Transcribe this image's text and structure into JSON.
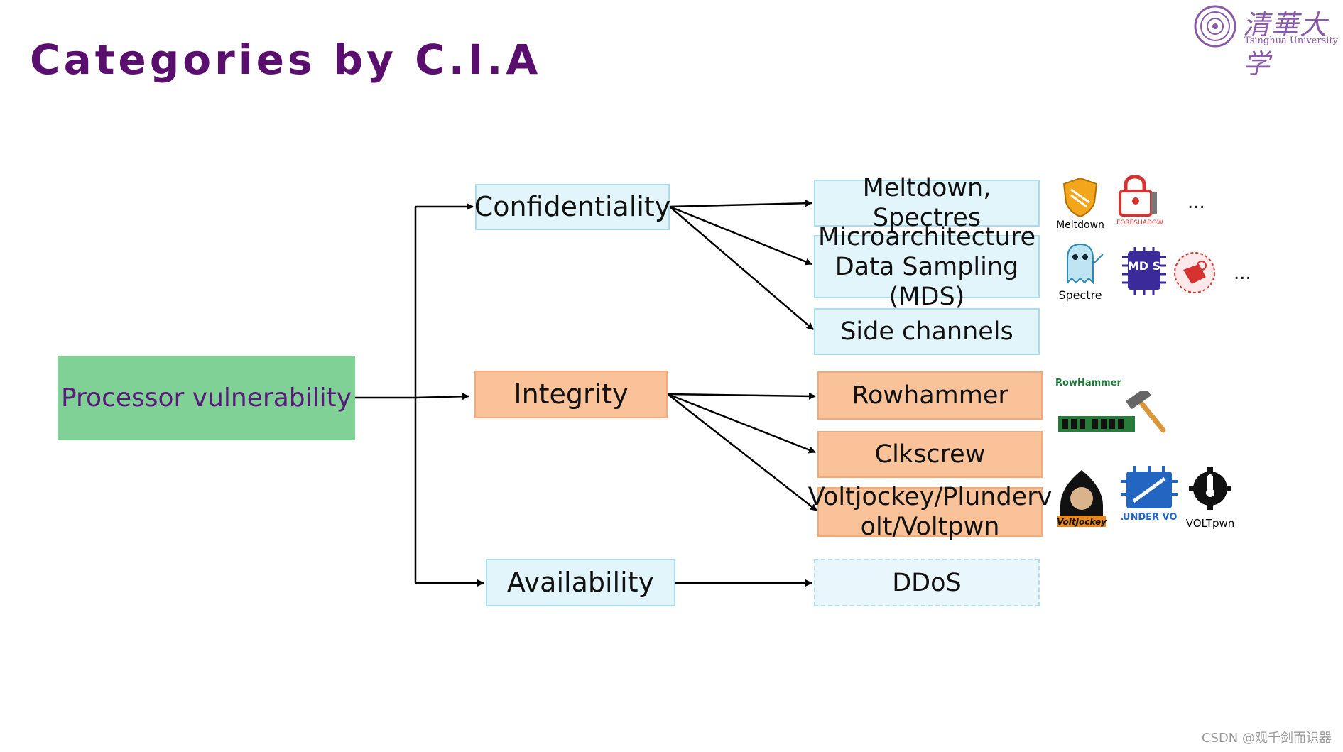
{
  "slide": {
    "title": "Categories by C.I.A",
    "logo": {
      "cn_text": "清華大学",
      "en_text": "Tsinghua University"
    },
    "watermark": "CSDN @观千剑而识器"
  },
  "diagram": {
    "root": "Processor vulnerability",
    "categories": {
      "confidentiality": "Confidentiality",
      "integrity": "Integrity",
      "availability": "Availability"
    },
    "leaves": {
      "meltdown_spectres": "Meltdown, Spectres",
      "mds_line1": "Microarchitecture",
      "mds_line2": "Data Sampling (MDS)",
      "side_channels": "Side channels",
      "rowhammer": "Rowhammer",
      "clkscrew": "Clkscrew",
      "volt_line1": "Voltjockey/Plunderv",
      "volt_line2": "olt/Voltpwn",
      "ddos": "DDoS"
    }
  },
  "icons": {
    "meltdown": {
      "name": "meltdown-logo",
      "caption": "Meltdown",
      "color": "#f3a51b"
    },
    "foreshadow": {
      "name": "foreshadow-logo",
      "caption": "FORESHADOW",
      "color": "#d6322f"
    },
    "spectre": {
      "name": "spectre-logo",
      "caption": "Spectre",
      "color": "#8fd0e8"
    },
    "mds": {
      "name": "mds-logo",
      "text": "MD S",
      "color": "#3b2b9a"
    },
    "zombieload": {
      "name": "zombieload-logo",
      "color": "#d6322f"
    },
    "rowhammer": {
      "name": "rowhammer-logo",
      "text": "RowHammer",
      "color": "#1b7a3a"
    },
    "voltjockey": {
      "name": "voltjockey-logo",
      "text": "VoltJockey",
      "color": "#111111"
    },
    "plundervolt": {
      "name": "plundervolt-logo",
      "text": "PLUNDER VOLT",
      "color": "#2366c2"
    },
    "voltpwn": {
      "name": "voltpwn-logo",
      "caption": "VOLTpwn",
      "color": "#111111"
    },
    "more_1": "...",
    "more_2": "..."
  },
  "colors": {
    "title": "#5a0f6e",
    "root_fill": "#7fd196",
    "root_text": "#5a1a7a",
    "blue_fill": "#e1f5fb",
    "orange_fill": "#f9c298"
  }
}
